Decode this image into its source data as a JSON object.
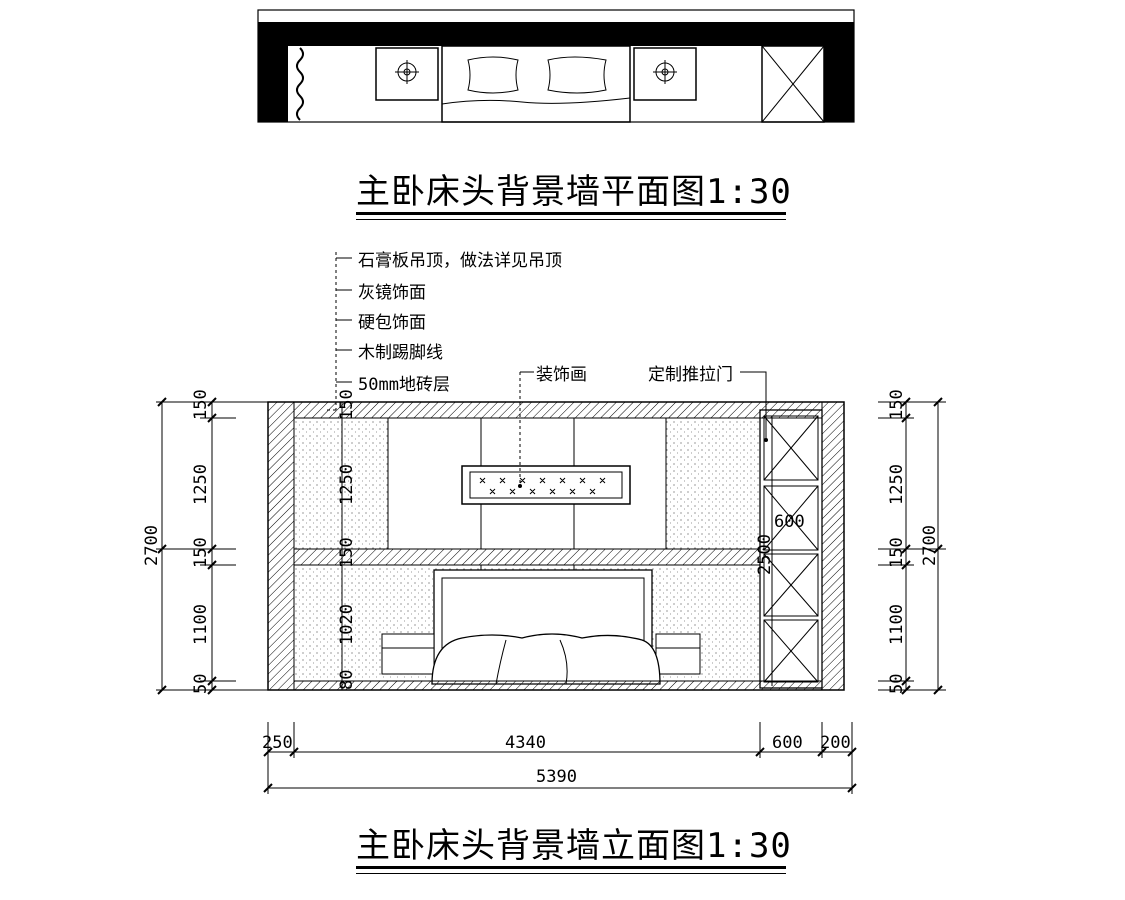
{
  "plan_title": "主卧床头背景墙平面图1:30",
  "elevation_title": "主卧床头背景墙立面图1:30",
  "notes": [
    "石膏板吊顶，做法详见吊顶",
    "灰镜饰面",
    "硬包饰面",
    "木制踢脚线",
    "50mm地砖层"
  ],
  "callouts": {
    "decor": "装饰画",
    "door": "定制推拉门"
  },
  "dims_left": [
    "150",
    "1250",
    "150",
    "1100",
    "50"
  ],
  "dims_right": [
    "150",
    "1250",
    "150",
    "1100",
    "50"
  ],
  "dim_total_height": "2700",
  "dims_inner": [
    "150",
    "1250",
    "150",
    "1020",
    "80"
  ],
  "dim_cabinet_height": "2500",
  "dim_cabinet_width_label": "600",
  "dims_bottom": [
    "250",
    "4340",
    "600",
    "200"
  ],
  "dim_total_width": "5390"
}
